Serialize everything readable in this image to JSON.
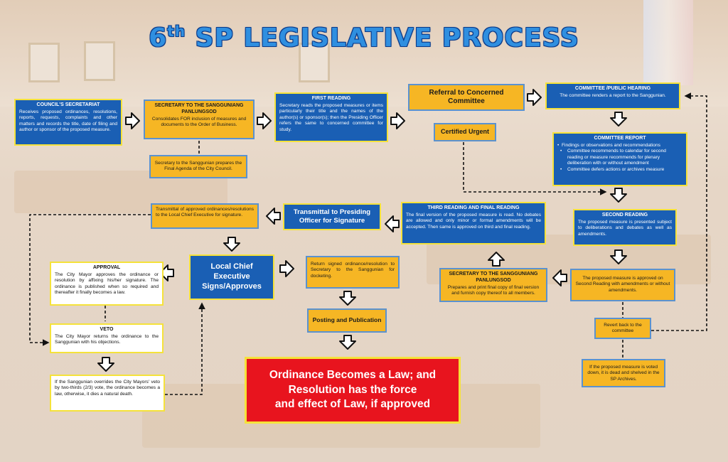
{
  "title": {
    "main": "6",
    "sup": "th",
    "rest": " SP LEGISLATIVE PROCESS"
  },
  "colors": {
    "blue_box": "#1a5fb4",
    "orange_box": "#f6b624",
    "red_box": "#e8141e",
    "title": "#2f8fe0",
    "border_yellow": "#f5e23a"
  },
  "boxes": {
    "secretariat": {
      "heading": "COUNCIL'S SECRETARIAT",
      "text": "Receives proposed ordinances, resolutions, reports, requests, complaints and other matters and records the title, date of filing and author or sponsor of the proposed measure."
    },
    "secretary1": {
      "heading": "SECRETARY TO THE SANGGUNIANG PANLUNGSOD",
      "text": "Consolidates FOR inclusion of measures and documents to the Order of Business."
    },
    "secretary_agenda": {
      "text": "Secretary to the Sanggunian prepares the Final Agenda of the City Council."
    },
    "first_reading": {
      "heading": "FIRST READING",
      "text": "Secretary reads the proposed measures or items particularly their title and the names of the author(s) or sponsor(s); then the Presiding Officer refers the same to concerned committee for study."
    },
    "referral": {
      "text": "Referral to Concerned Committee"
    },
    "certified": {
      "text": "Certified Urgent"
    },
    "committee_hearing": {
      "heading": "COMMITTEE /PUBLIC HEARING",
      "text": "The committee renders a report to the Sanggunian."
    },
    "committee_report": {
      "heading": "COMMITTEE REPORT",
      "items": [
        "Findings or observations and recommendations",
        "Committee recommends to calendar for second reading or measure recommends for plenary deliberation with or without amendment",
        "Committee defers actions or archives measure"
      ]
    },
    "second_reading": {
      "heading": "SECOND READING",
      "text": "The proposed measure is presented subject to deliberations and debates as well as amendments."
    },
    "approved_second": {
      "text": "The proposed measure is approved on Second Reading with amendments or without amendments."
    },
    "revert": {
      "text": "Revert back to the committee"
    },
    "voted_down": {
      "text": "If the proposed measure is voted down, it is dead and shelved in the SP Archives."
    },
    "third_reading": {
      "heading": "THIRD READING AND FINAL READING",
      "text": "The final version of the proposed measure is read. No debates are allowed and only minor or formal amendments will be accepted. Then same is approved on third and final reading."
    },
    "secretary2": {
      "heading": "SECRETARY TO THE SANGGUNIANG PANLUNGSOD",
      "text": "Prepares and print final copy of final version and furnish copy thereof to all members."
    },
    "transmittal_presiding": {
      "text": "Transmittal to Presiding Officer for Signature"
    },
    "transmittal_lce": {
      "text": "Transmittal of approved ordinances/resolutions to the Local Chief Executive for signature."
    },
    "lce": {
      "text": "Local Chief Executive Signs/Approves"
    },
    "return_signed": {
      "text": "Return signed ordinance/resolution to Secretary to the Sanggunian for docketing."
    },
    "posting": {
      "text": "Posting and Publication"
    },
    "approval": {
      "heading": "APPROVAL",
      "text": "The City Mayor approves the ordinance or resolution by affixing his/her signature. The ordinance is published when so required and thereafter it finally becomes a law."
    },
    "veto": {
      "heading": "VETO",
      "text": "The City Mayor returns the ordinance to the Sanggunian with his objections."
    },
    "override": {
      "text": "If the Sanggunian overrides the City Mayors' veto by two-thirds (2/3) vote, the ordinance becomes a law, otherwise, it dies a natural death."
    },
    "final": {
      "line1": "Ordinance Becomes a Law; and",
      "line2": "Resolution has the force",
      "line3": "and effect of Law, if approved"
    }
  }
}
